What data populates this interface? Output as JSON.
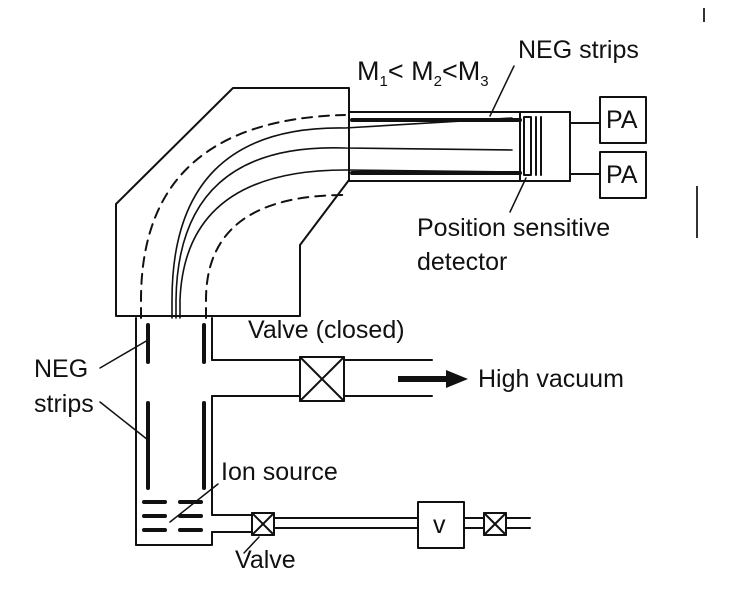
{
  "labels": {
    "neg_strips_top": "NEG strips",
    "mass_relation": {
      "m1": "M",
      "m1_sub": "1",
      "lt1": "<",
      "m2": "M",
      "m2_sub": "2",
      "lt2": "<",
      "m3": "M",
      "m3_sub": "3"
    },
    "pa_top": "PA",
    "pa_bottom": "PA",
    "detector_line1": "Position sensitive",
    "detector_line2": "detector",
    "valve_closed": "Valve (closed)",
    "neg_left_line1": "NEG",
    "neg_left_line2": "strips",
    "high_vacuum": "High vacuum",
    "ion_source": "Ion source",
    "valve_bottom": "Valve",
    "v_box": "v"
  }
}
